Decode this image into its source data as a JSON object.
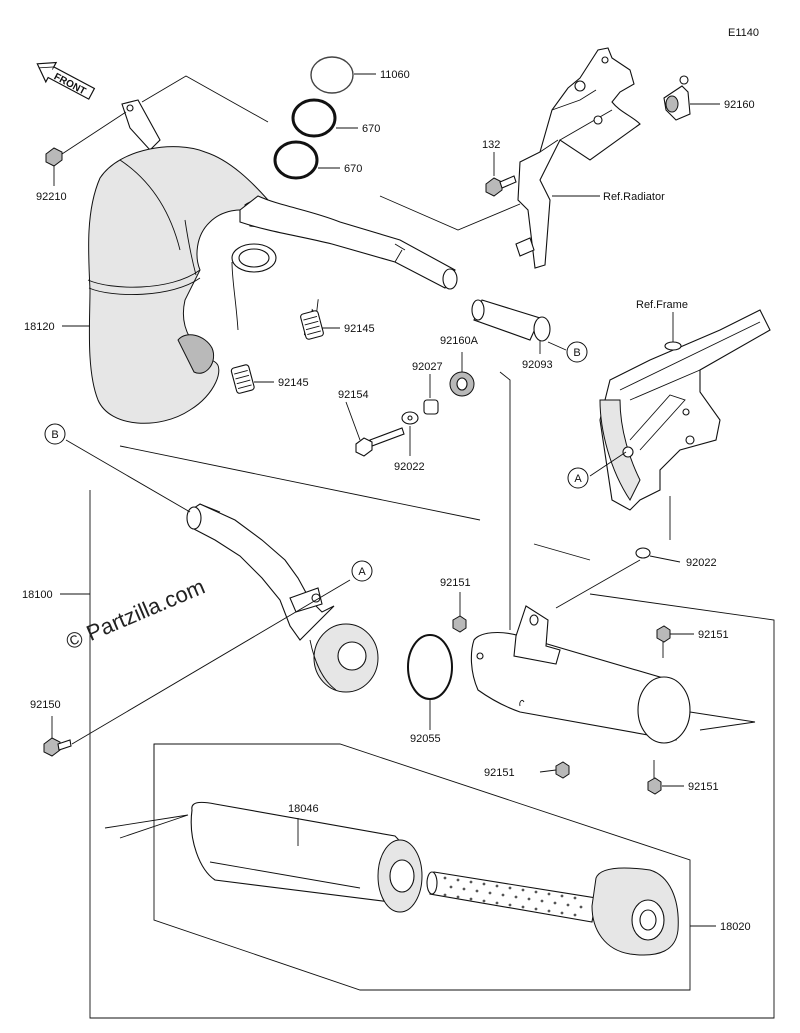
{
  "diagram_code": "E1140",
  "watermark": "© Partzilla.com",
  "front_label": "FRONT",
  "callouts": {
    "a1": "A",
    "a2": "A",
    "b1": "B",
    "b2": "B"
  },
  "references": {
    "radiator": "Ref.Radiator",
    "frame": "Ref.Frame"
  },
  "part_labels": {
    "p11060": "11060",
    "p670a": "670",
    "p670b": "670",
    "p92160": "92160",
    "p132": "132",
    "p92210": "92210",
    "p18120": "18120",
    "p92145a": "92145",
    "p92145b": "92145",
    "p92160A": "92160A",
    "p92027": "92027",
    "p92154": "92154",
    "p92022a": "92022",
    "p92093": "92093",
    "p92022b": "92022",
    "p18100": "18100",
    "p92151a": "92151",
    "p92151b": "92151",
    "p92150": "92150",
    "p92055": "92055",
    "p92151c": "92151",
    "p92151d": "92151",
    "p18046": "18046",
    "p18020": "18020"
  }
}
